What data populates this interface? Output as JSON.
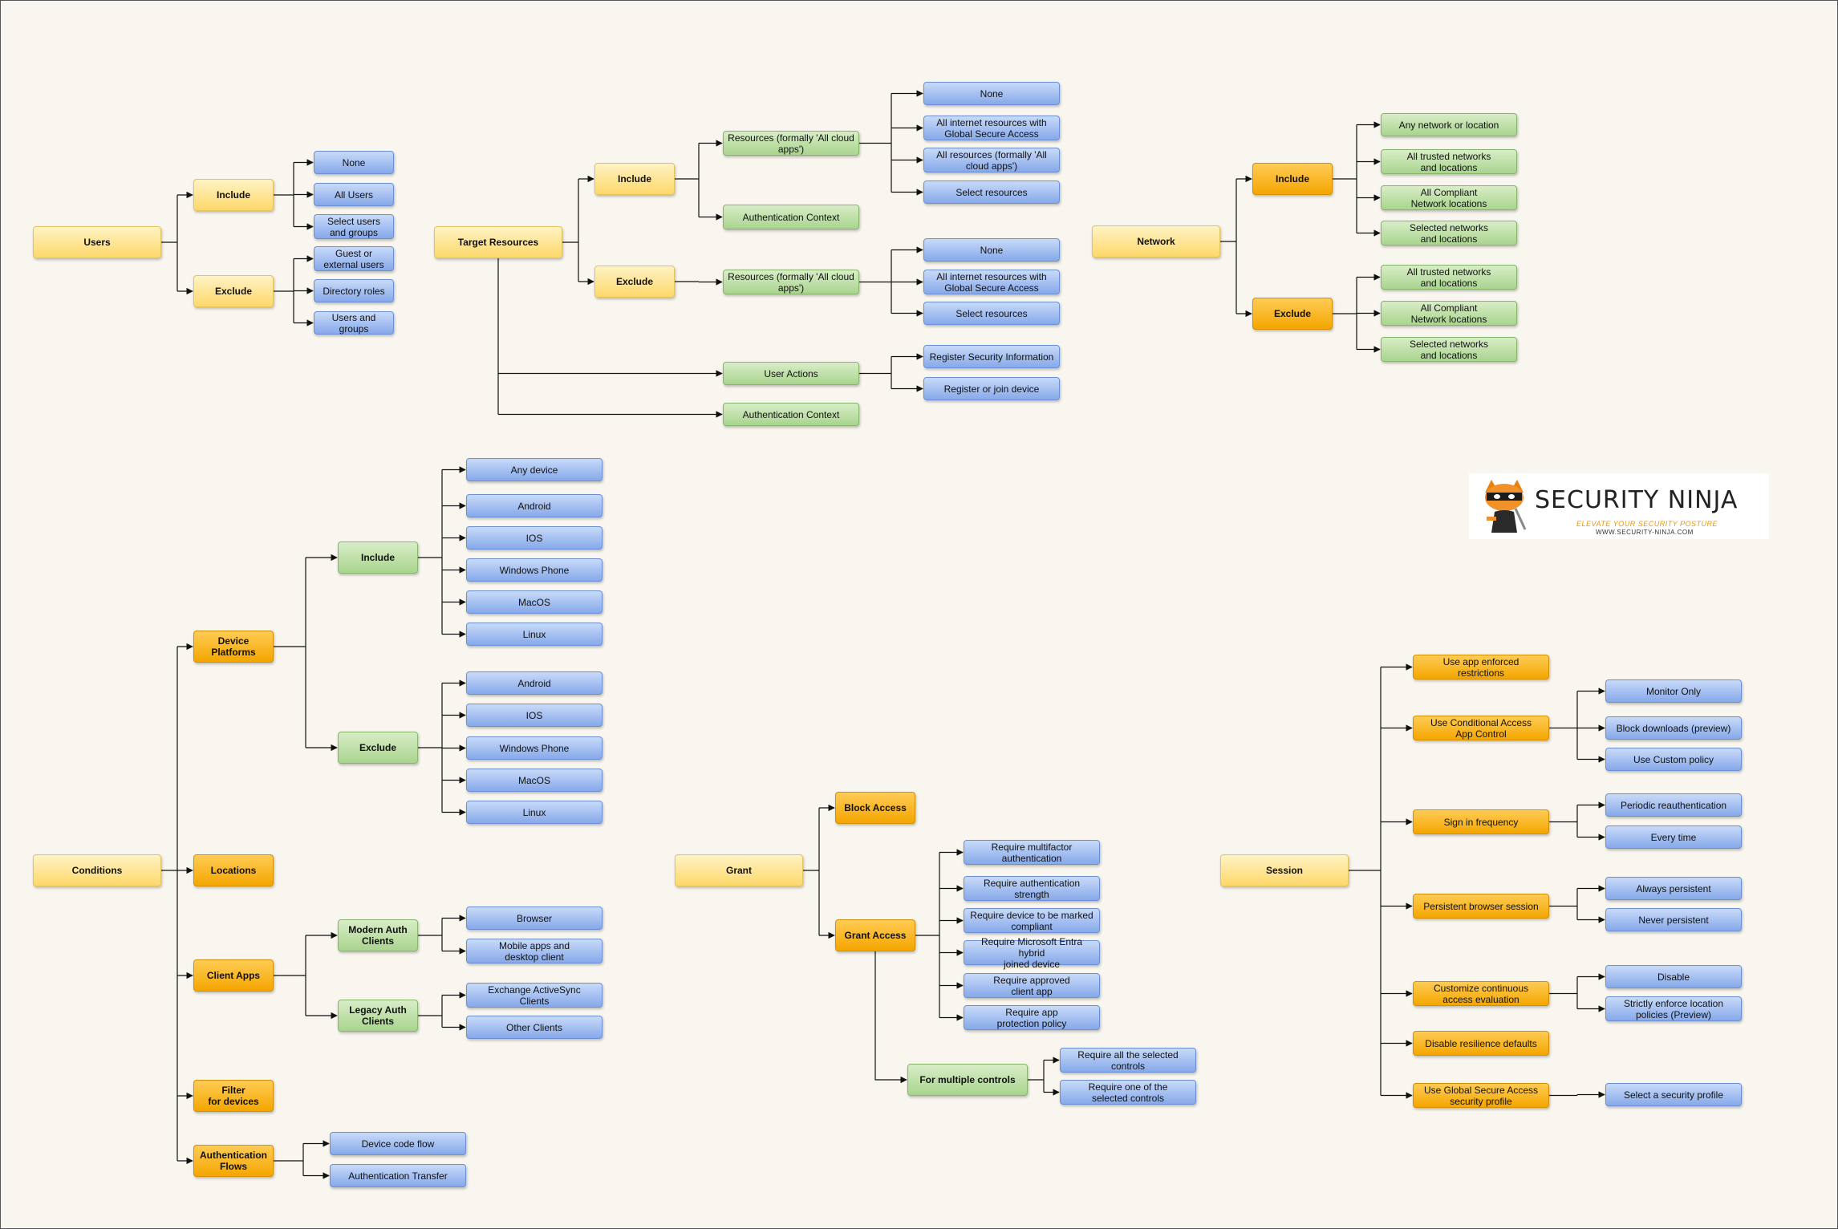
{
  "users": {
    "root": "Users",
    "include": "Include",
    "exclude": "Exclude",
    "include_items": [
      "None",
      "All Users",
      "Select users\nand groups"
    ],
    "exclude_items": [
      "Guest or\nexternal users",
      "Directory roles",
      "Users and groups"
    ]
  },
  "target_resources": {
    "root": "Target Resources",
    "include": "Include",
    "exclude": "Exclude",
    "include_resources": "Resources (formally 'All cloud\napps')",
    "include_auth_context": "Authentication Context",
    "include_resource_items": [
      "None",
      "All internet resources with\nGlobal Secure Access",
      "All resources (formally 'All\ncloud apps')",
      "Select resources"
    ],
    "exclude_resources": "Resources (formally 'All cloud\napps')",
    "exclude_resource_items": [
      "None",
      "All internet resources with\nGlobal Secure Access",
      "Select resources"
    ],
    "user_actions": "User Actions",
    "user_action_items": [
      "Register Security Information",
      "Register or join device"
    ],
    "auth_context": "Authentication Context"
  },
  "network": {
    "root": "Network",
    "include": "Include",
    "exclude": "Exclude",
    "include_items": [
      "Any network or location",
      "All trusted networks\nand locations",
      "All Compliant\nNetwork locations",
      "Selected networks\nand locations"
    ],
    "exclude_items": [
      "All trusted networks\nand locations",
      "All Compliant\nNetwork locations",
      "Selected networks\nand locations"
    ]
  },
  "conditions": {
    "root": "Conditions",
    "device_platforms": "Device\nPlatforms",
    "dp_include": "Include",
    "dp_exclude": "Exclude",
    "dp_include_items": [
      "Any device",
      "Android",
      "IOS",
      "Windows Phone",
      "MacOS",
      "Linux"
    ],
    "dp_exclude_items": [
      "Android",
      "IOS",
      "Windows Phone",
      "MacOS",
      "Linux"
    ],
    "locations": "Locations",
    "client_apps": "Client Apps",
    "modern_auth": "Modern Auth\nClients",
    "modern_items": [
      "Browser",
      "Mobile apps and\ndesktop client"
    ],
    "legacy_auth": "Legacy Auth\nClients",
    "legacy_items": [
      "Exchange ActiveSync\nClients",
      "Other Clients"
    ],
    "filter_devices": "Filter\nfor devices",
    "auth_flows": "Authentication\nFlows",
    "auth_flow_items": [
      "Device code flow",
      "Authentication Transfer"
    ]
  },
  "grant": {
    "root": "Grant",
    "block": "Block Access",
    "grant_access": "Grant Access",
    "grant_items": [
      "Require multifactor\nauthentication",
      "Require authentication\nstrength",
      "Require device to be marked\ncompliant",
      "Require Microsoft Entra hybrid\njoined device",
      "Require approved\nclient app",
      "Require app\nprotection policy"
    ],
    "multiple": "For multiple controls",
    "multiple_items": [
      "Require all the selected\ncontrols",
      "Require one of the\nselected controls"
    ]
  },
  "session": {
    "root": "Session",
    "items": [
      "Use app enforced\nrestrictions",
      "Use Conditional Access\nApp Control",
      "Sign in frequency",
      "Persistent browser session",
      "Customize continuous\naccess evaluation",
      "Disable resilience defaults",
      "Use Global Secure Access\nsecurity profile"
    ],
    "app_control_items": [
      "Monitor Only",
      "Block downloads (preview)",
      "Use Custom policy"
    ],
    "sif_items": [
      "Periodic reauthentication",
      "Every time"
    ],
    "pbs_items": [
      "Always persistent",
      "Never persistent"
    ],
    "cae_items": [
      "Disable",
      "Strictly enforce location\npolicies (Preview)"
    ],
    "gsa_items": [
      "Select a security profile"
    ]
  },
  "logo": {
    "brand": "SECURITY NINJA",
    "tagline": "ELEVATE YOUR SECURITY POSTURE",
    "url": "WWW.SECURITY-NINJA.COM"
  },
  "colors": {
    "leaf_blue": "#86a9ea",
    "branch_green": "#a9d48e",
    "root_yellow": "#fdd86a",
    "group_orange": "#f4a600",
    "line": "#111111"
  }
}
